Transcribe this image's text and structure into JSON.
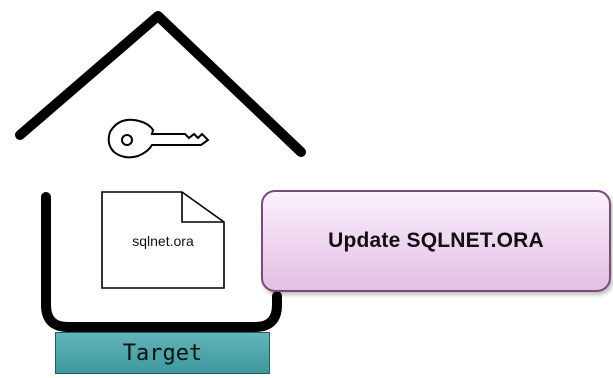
{
  "diagram": {
    "file_label": "sqlnet.ora",
    "action_label": "Update SQLNET.ORA",
    "target_label": "Target"
  },
  "icons": {
    "house": "house-outline-icon",
    "key": "key-icon",
    "file": "document-icon"
  },
  "colors": {
    "house_stroke": "#000000",
    "callout_border": "#7a4a7a",
    "callout_fill": "#efd4ef",
    "target_fill": "#4ea7ab"
  }
}
